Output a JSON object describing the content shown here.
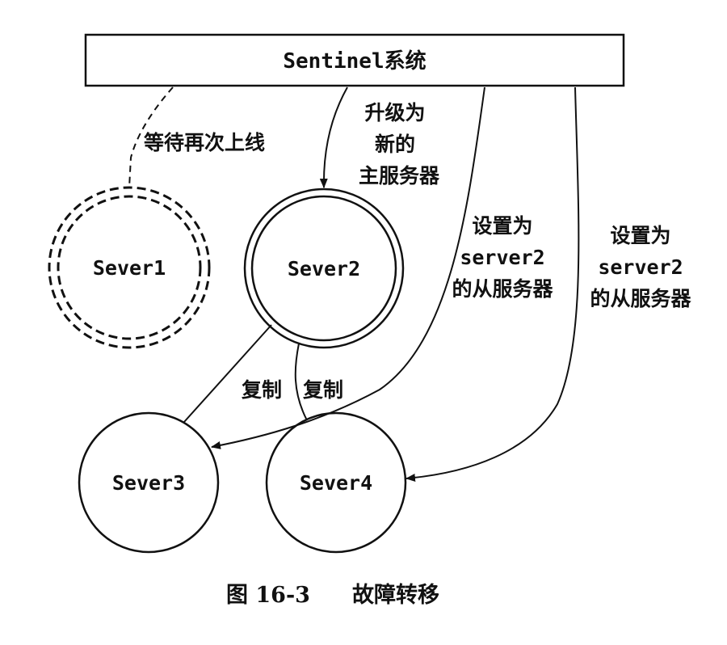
{
  "sentinel": {
    "label": "Sentinel系统"
  },
  "nodes": {
    "sever1": {
      "label": "Sever1"
    },
    "sever2": {
      "label": "Sever2"
    },
    "sever3": {
      "label": "Sever3"
    },
    "sever4": {
      "label": "Sever4"
    }
  },
  "edges": {
    "wait_online": {
      "label": "等待再次上线"
    },
    "promote": {
      "lines": [
        "升级为",
        "新的",
        "主服务器"
      ]
    },
    "set_slave_3": {
      "lines": [
        "设置为",
        "server2",
        "的从服务器"
      ]
    },
    "set_slave_4": {
      "lines": [
        "设置为",
        "server2",
        "的从服务器"
      ]
    },
    "replicate_3": {
      "label": "复制"
    },
    "replicate_4": {
      "label": "复制"
    }
  },
  "caption": {
    "number": "图 16-3",
    "title": "故障转移"
  }
}
